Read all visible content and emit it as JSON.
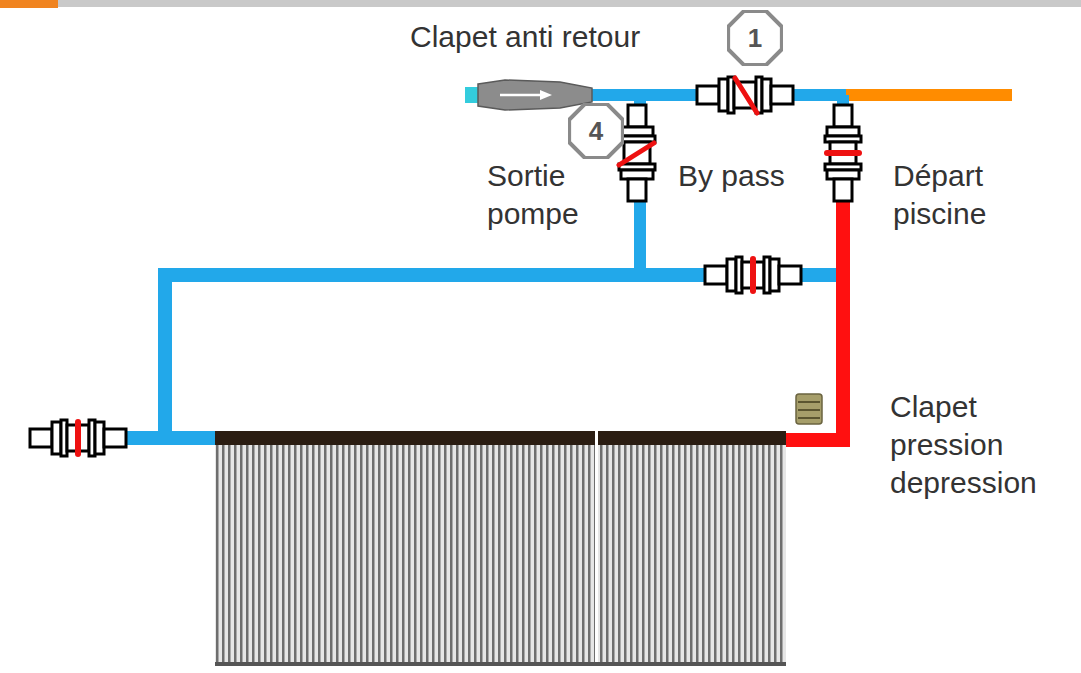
{
  "diagram": {
    "nodes": [
      {
        "text": [
          "1"
        ]
      },
      {
        "text": [
          "4"
        ]
      }
    ],
    "labels": [
      "Clapet anti retour",
      "Sortie pompe",
      "By pass",
      "Départ piscine",
      "Clapet pression depression"
    ]
  }
}
